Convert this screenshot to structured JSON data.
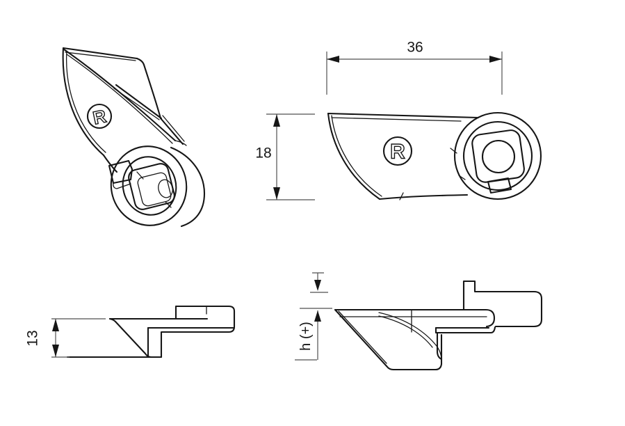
{
  "drawing": {
    "views": {
      "isometric": {
        "marking": "R"
      },
      "side": {
        "marking": "R"
      }
    },
    "dimensions": {
      "width": "36",
      "height": "18",
      "flange_height": "13",
      "adjustable_height": "h (+)"
    },
    "colors": {
      "background": "#ffffff",
      "line": "#161616",
      "dimension_line": "#4f4f4f"
    }
  }
}
